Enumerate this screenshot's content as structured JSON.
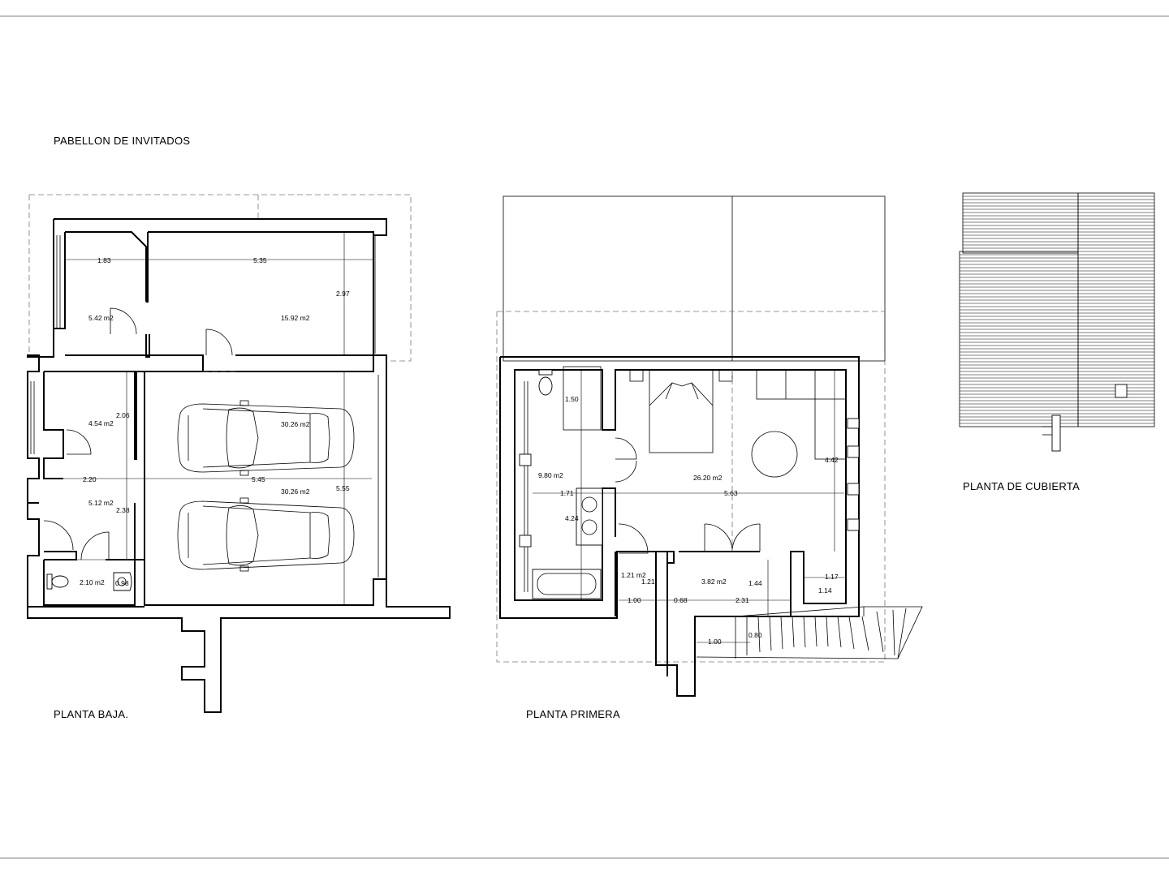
{
  "sheet": {
    "title": "PABELLON DE INVITADOS"
  },
  "plans": {
    "ground": {
      "title": "PLANTA BAJA.",
      "areas": [
        "5.42 m2",
        "15.92 m2",
        "4.54 m2",
        "30.26 m2",
        "5.12 m2",
        "30.26 m2",
        "2.10 m2"
      ],
      "dims": [
        "1.83",
        "5.35",
        "2.97",
        "2.06",
        "2.20",
        "5.45",
        "5.55",
        "2.38",
        "0.98"
      ]
    },
    "first": {
      "title": "PLANTA PRIMERA",
      "areas": [
        "9.80 m2",
        "26.20 m2",
        "1.21 m2",
        "3.82 m2"
      ],
      "dims": [
        "1.50",
        "1.71",
        "5.63",
        "4.42",
        "4.24",
        "1.21",
        "1.44",
        "1.17",
        "1.14",
        "1.00",
        "0.68",
        "2.31",
        "1.00",
        "0.80"
      ]
    },
    "roof": {
      "title": "PLANTA DE CUBIERTA"
    }
  }
}
